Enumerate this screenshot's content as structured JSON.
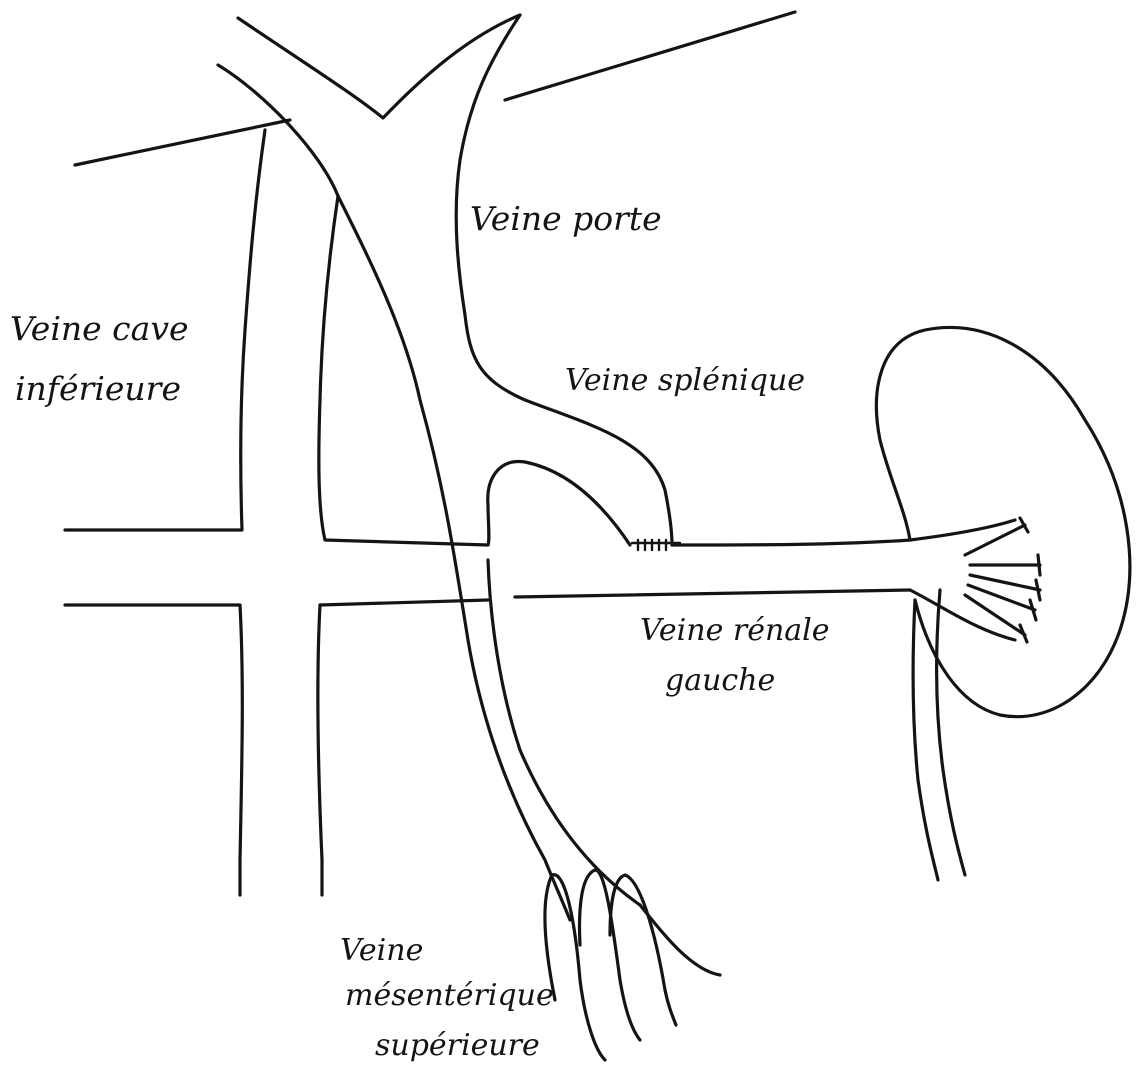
{
  "labels": {
    "veine_porte": "Veine porte",
    "veine_cave_line1": "Veine cave",
    "veine_cave_line2": "inférieure",
    "veine_splenique": "Veine splénique",
    "veine_renale_line1": "Veine rénale",
    "veine_renale_line2": "gauche",
    "veine_mesenterique_line1": "Veine",
    "veine_mesenterique_line2": "mésentérique",
    "veine_mesenterique_line3": "supérieure"
  }
}
